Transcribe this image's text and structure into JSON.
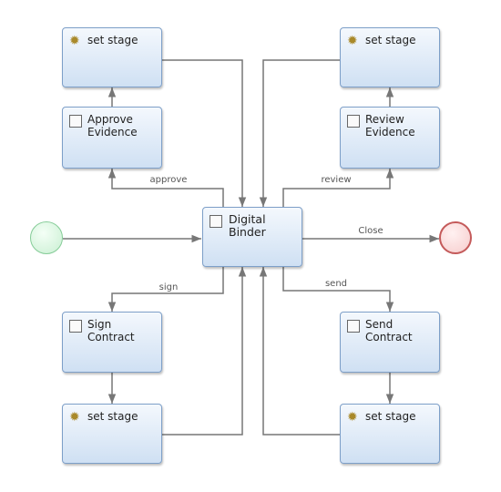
{
  "nodes": {
    "set_stage_tl": "set stage",
    "approve_evidence": "Approve\nEvidence",
    "set_stage_tr": "set stage",
    "review_evidence": "Review\nEvidence",
    "digital_binder": "Digital\nBinder",
    "sign_contract": "Sign\nContract",
    "set_stage_bl": "set stage",
    "send_contract": "Send\nContract",
    "set_stage_br": "set stage"
  },
  "edges": {
    "approve": "approve",
    "review": "review",
    "close": "Close",
    "sign": "sign",
    "send": "send"
  },
  "colors": {
    "connector": "#777777",
    "task_border": "#7d9fc8",
    "start_event": "#86cc98",
    "end_event": "#c45a5a"
  },
  "icons": {
    "script_task": "gear-icon",
    "user_task": "task-icon"
  }
}
